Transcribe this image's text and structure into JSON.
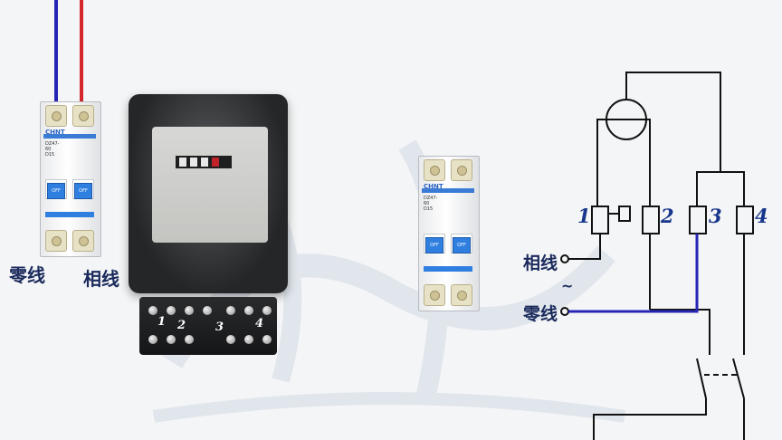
{
  "labels": {
    "neutral_left": "零线",
    "phase_left": "相线",
    "phase_right": "相线",
    "neutral_right": "零线",
    "ac_symbol": "~"
  },
  "breaker": {
    "brand": "CHNT",
    "model": "DZ47-60",
    "rating": "D15",
    "toggle_text": "OFF"
  },
  "terminals": [
    "1",
    "2",
    "3",
    "4"
  ],
  "meter_block_numbers": [
    "1",
    "2",
    "3",
    "4"
  ],
  "colors": {
    "phase_wire": "#d4262b",
    "neutral_wire": "#2626b5",
    "diagram_line": "#111111",
    "label_text": "#1a2a5c",
    "number_text": "#17368c"
  }
}
